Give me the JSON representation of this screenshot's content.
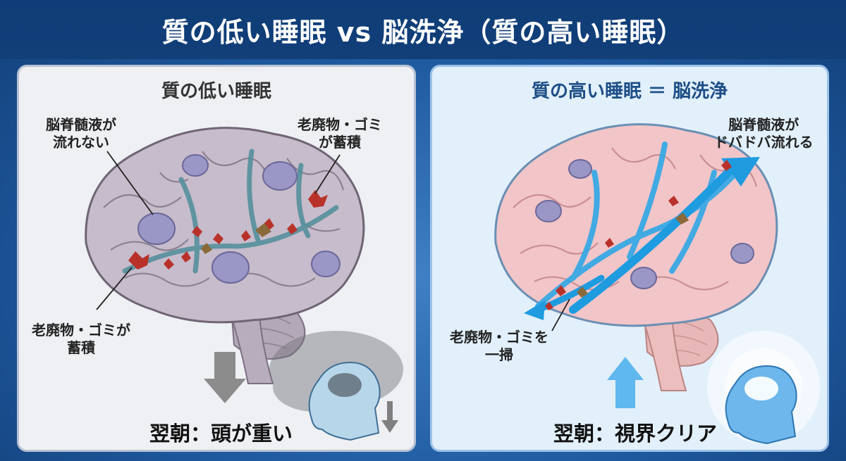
{
  "title": "質の低い睡眠 vs 脳洗浄（質の高い睡眠）",
  "left_panel": {
    "heading": "質の低い睡眠",
    "label_csf_line1": "脳脊髄液が",
    "label_csf_line2": "流れない",
    "label_waste_top_line1": "老廃物・ゴミ",
    "label_waste_top_line2": "が蓄積",
    "label_waste_bottom_line1": "老廃物・ゴミが",
    "label_waste_bottom_line2": "蓄積",
    "bottom_text": "翌朝：頭が重い"
  },
  "right_panel": {
    "heading": "質の高い睡眠 ＝ 脳洗浄",
    "label_csf_line1": "脳脊髄液が",
    "label_csf_line2": "ドバドバ流れる",
    "label_waste_line1": "老廃物・ゴミを",
    "label_waste_line2": "一掃",
    "bottom_text": "翌朝：視界クリア"
  },
  "colors": {
    "header_bg": "#0f3d77",
    "bad_brain": "#c7bccb",
    "good_brain": "#f2c5c8",
    "csf_blue": "#2fa8e6",
    "waste_red": "#b8322a",
    "arrow_gray": "#8c8c8c",
    "arrow_blue": "#5fb8ee"
  },
  "icons": {
    "left_head": "head-foggy-icon",
    "right_head": "head-glowing-icon",
    "left_arrow": "arrow-down-icon",
    "right_arrow": "arrow-up-icon"
  }
}
